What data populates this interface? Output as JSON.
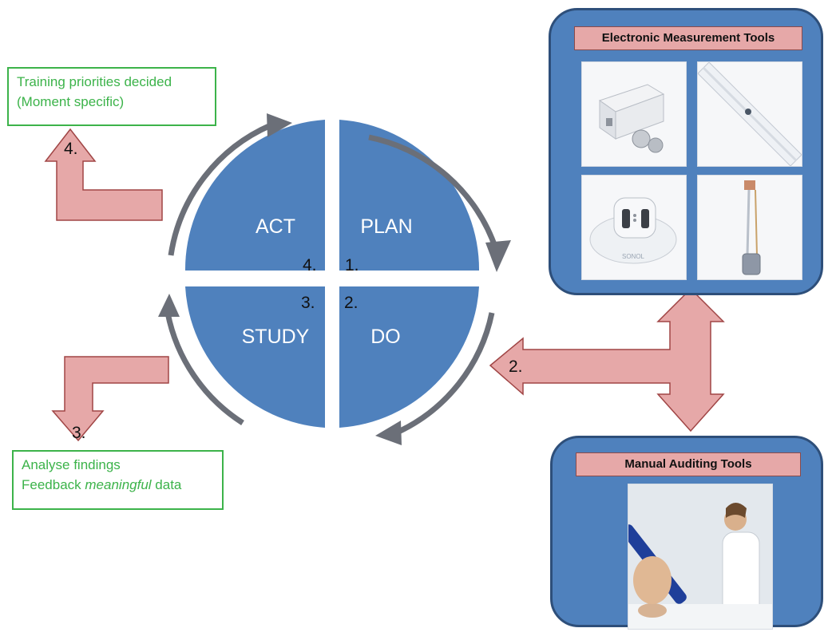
{
  "quadrants": {
    "act": "ACT",
    "plan": "PLAN",
    "study": "STUDY",
    "do": "DO"
  },
  "quadrant_numbers": {
    "act": "4.",
    "plan": "1.",
    "study": "3.",
    "do": "2."
  },
  "arrow_numbers": {
    "act": "4.",
    "study": "3.",
    "tools": "2."
  },
  "training_box": {
    "line1": "Training priorities decided",
    "line2": "(Moment specific)"
  },
  "analyse_box": {
    "line1": "Analyse findings",
    "line2_prefix": "Feedback ",
    "line2_em": "meaningful",
    "line2_suffix": " data"
  },
  "electronic_panel": {
    "title": "Electronic Measurement Tools",
    "device_label": "SONOL"
  },
  "manual_panel": {
    "title": "Manual Auditing Tools"
  },
  "colors": {
    "quadrant": "#4f81bd",
    "cycle_arrow": "#6b6f78",
    "red_arrow_fill": "#e6a8a8",
    "red_arrow_stroke": "#a04545",
    "green": "#3cb34a",
    "panel": "#4f81bd",
    "panel_border": "#2e4f7a"
  }
}
